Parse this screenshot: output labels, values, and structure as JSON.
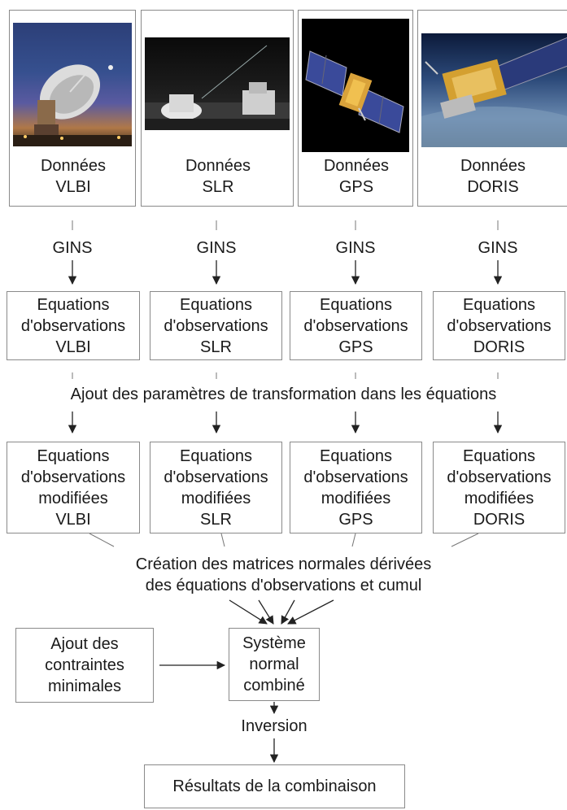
{
  "columns": [
    {
      "key": "vlbi",
      "data_title": "Données",
      "data_tech": "VLBI",
      "photo_icon": "radio-telescope-photo"
    },
    {
      "key": "slr",
      "data_title": "Données",
      "data_tech": "SLR",
      "photo_icon": "laser-ranging-station-photo"
    },
    {
      "key": "gps",
      "data_title": "Données",
      "data_tech": "GPS",
      "photo_icon": "gps-satellite-photo"
    },
    {
      "key": "doris",
      "data_title": "Données",
      "data_tech": "DORIS",
      "photo_icon": "doris-satellite-photo"
    }
  ],
  "gins_label": "GINS",
  "obs_equations": {
    "line1": "Equations",
    "line2": "d'observations"
  },
  "transform_label": "Ajout des paramètres de transformation dans les équations",
  "modified_equations": {
    "line1": "Equations",
    "line2": "d'observations",
    "line3": "modifiées"
  },
  "normal_matrices": {
    "line1": "Création des matrices normales dérivées",
    "line2": "des équations d'observations et cumul"
  },
  "constraints": {
    "line1": "Ajout des",
    "line2": "contraintes",
    "line3": "minimales"
  },
  "combined_system": {
    "line1": "Système",
    "line2": "normal",
    "line3": "combiné"
  },
  "inversion_label": "Inversion",
  "results_label": "Résultats de la combinaison"
}
